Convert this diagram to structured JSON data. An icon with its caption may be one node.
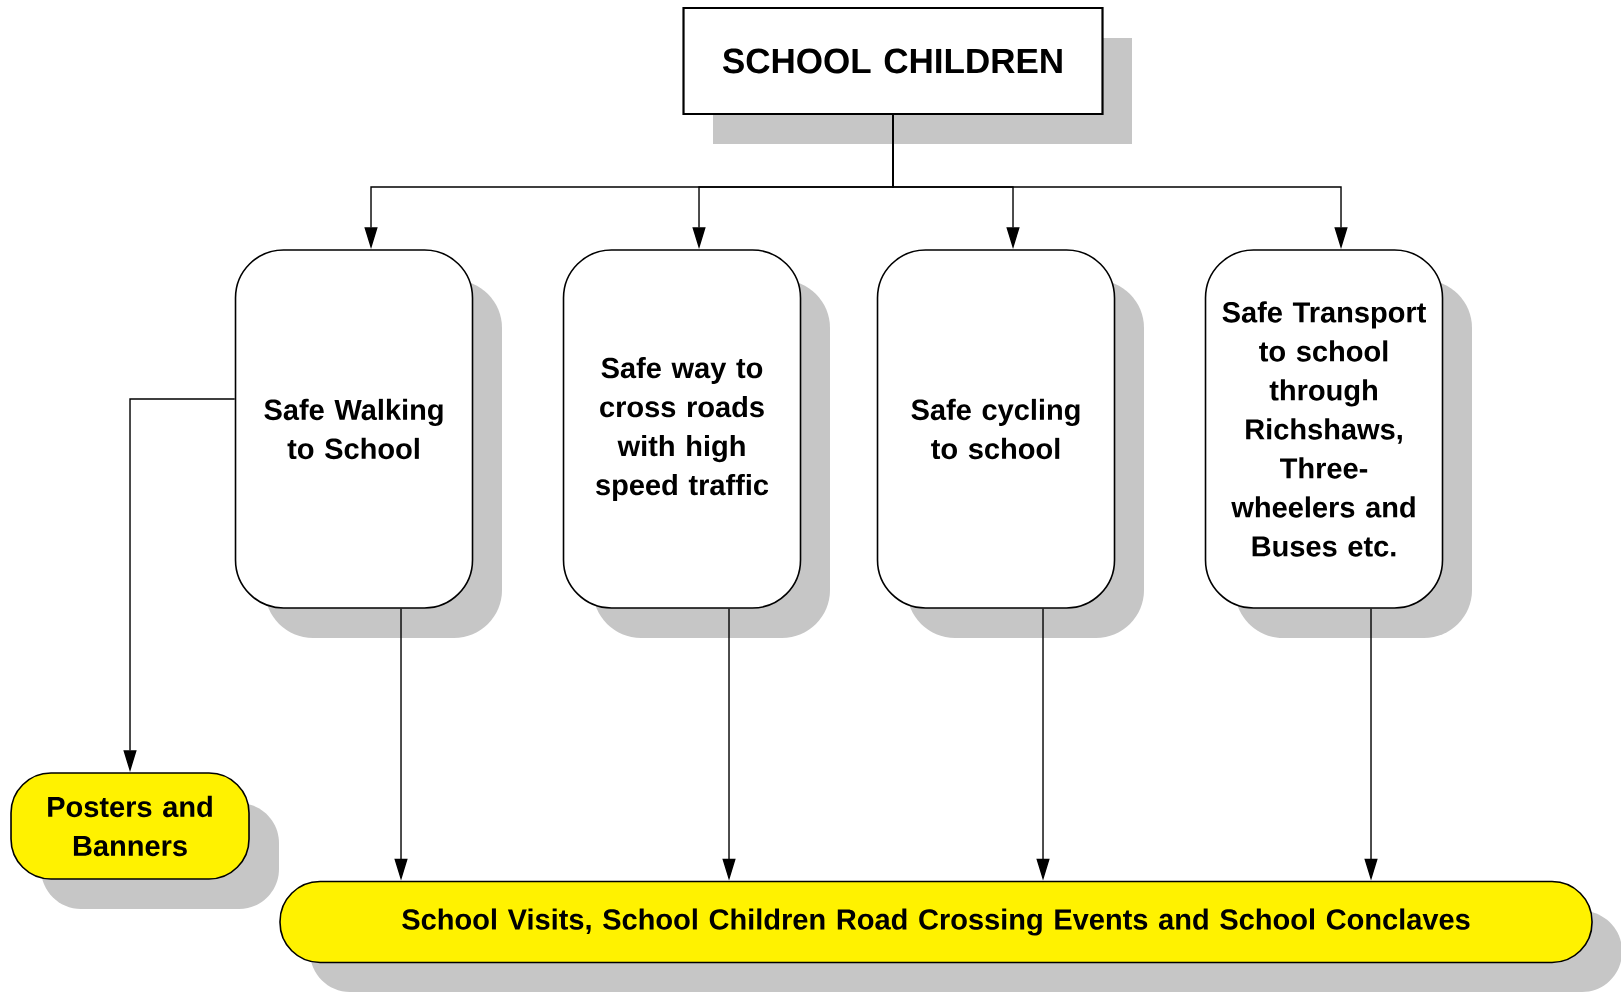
{
  "diagram": {
    "nodes": [
      {
        "text": [
          "SCHOOL CHILDREN"
        ]
      },
      {
        "text": [
          "Safe Walking to School"
        ]
      },
      {
        "text": [
          "Safe way to cross roads with high speed traffic"
        ]
      },
      {
        "text": [
          "Safe cycling to school"
        ]
      },
      {
        "text": [
          "Safe Transport to school through Richshaws, Three-wheelers and Buses etc."
        ]
      },
      {
        "text": [
          "Posters and Banners"
        ]
      },
      {
        "text": [
          "School Visits, School Children Road Crossing Events and School Conclaves"
        ]
      }
    ],
    "edges": [
      {
        "from": 0,
        "to": 1,
        "arrow": "to"
      },
      {
        "from": 0,
        "to": 2,
        "arrow": "to"
      },
      {
        "from": 0,
        "to": 3,
        "arrow": "to"
      },
      {
        "from": 0,
        "to": 4,
        "arrow": "to"
      },
      {
        "from": 1,
        "to": 5,
        "arrow": "to"
      },
      {
        "from": 1,
        "to": 6,
        "arrow": "to"
      },
      {
        "from": 2,
        "to": 6,
        "arrow": "to"
      },
      {
        "from": 3,
        "to": 6,
        "arrow": "to"
      },
      {
        "from": 4,
        "to": 6,
        "arrow": "to"
      }
    ]
  }
}
